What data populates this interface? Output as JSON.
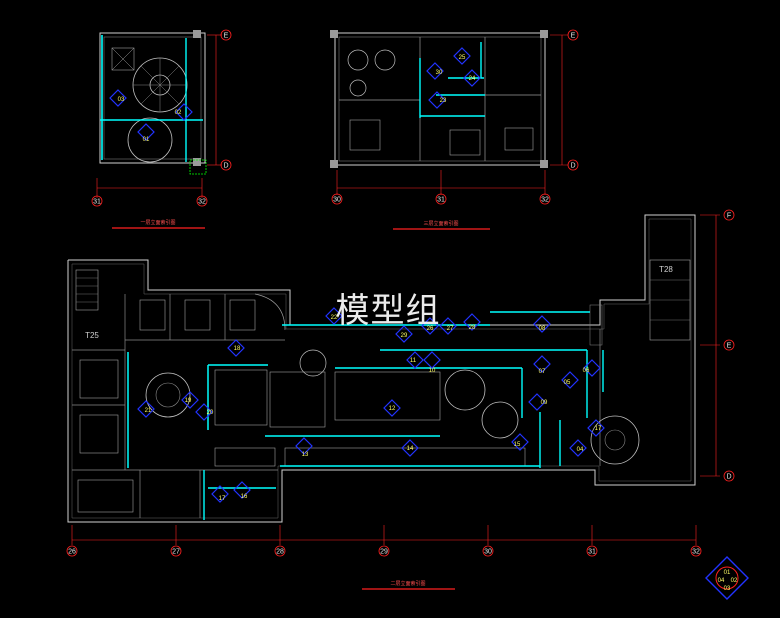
{
  "watermark": "模型组",
  "plans": {
    "first_floor": {
      "caption": "一层立面索引图",
      "grid_bottom": [
        "31",
        "32"
      ],
      "grid_right": [
        "E",
        "D"
      ],
      "markers": [
        "03",
        "01",
        "02"
      ]
    },
    "third_floor": {
      "caption": "三层立面索引图",
      "grid_bottom": [
        "30",
        "31",
        "32"
      ],
      "grid_right": [
        "E",
        "D"
      ],
      "markers": [
        "30",
        "25",
        "24",
        "23"
      ]
    },
    "second_floor": {
      "caption": "二层立面索引图",
      "grid_bottom": [
        "26",
        "27",
        "28",
        "29",
        "30",
        "31",
        "32"
      ],
      "grid_right": [
        "F",
        "E",
        "D"
      ],
      "room_labels": [
        "T25",
        "T28"
      ],
      "markers": [
        "18",
        "19",
        "20",
        "21",
        "13",
        "12",
        "14",
        "15",
        "16",
        "17",
        "22",
        "29",
        "26",
        "27",
        "28",
        "08",
        "10",
        "11",
        "07",
        "06",
        "05",
        "09",
        "04",
        "17"
      ]
    }
  },
  "key_symbol": {
    "top": "01",
    "left": "04",
    "right": "02",
    "bottom": "03"
  },
  "colors": {
    "background": "#000000",
    "line": "#d9d9d9",
    "accent": "#00ffff",
    "marker": "#2233ff",
    "grid": "#ff2020"
  }
}
